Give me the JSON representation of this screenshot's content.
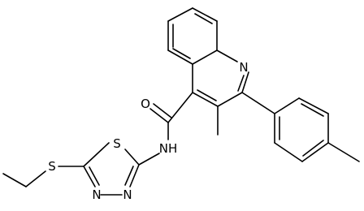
{
  "atoms": {
    "quinoline_n": "N",
    "carbonyl_o": "O",
    "amide_nh": "NH",
    "thiadiazole_s": "S",
    "thioether_s": "S",
    "thiadiazole_n_upper": "N",
    "thiadiazole_n_lower": "N"
  },
  "substituent_labels": {
    "ring_methyl": "methyl",
    "tolyl_methyl": "methyl"
  },
  "colors": {
    "bond": "#000000",
    "text": "#000000",
    "background": "#ffffff"
  }
}
